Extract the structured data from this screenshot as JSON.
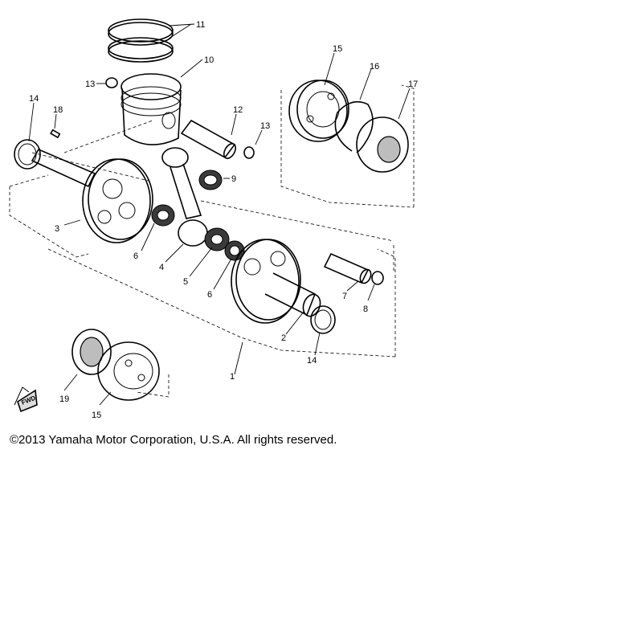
{
  "diagram": {
    "callouts": [
      "11",
      "10",
      "13",
      "12",
      "13",
      "14",
      "18",
      "3",
      "9",
      "15",
      "16",
      "17",
      "6",
      "4",
      "5",
      "6",
      "7",
      "8",
      "2",
      "14",
      "1",
      "19",
      "15"
    ],
    "fwd_mark": "FWD"
  },
  "footer": {
    "copyright": "©2013 Yamaha Motor Corporation, U.S.A. All rights reserved."
  }
}
